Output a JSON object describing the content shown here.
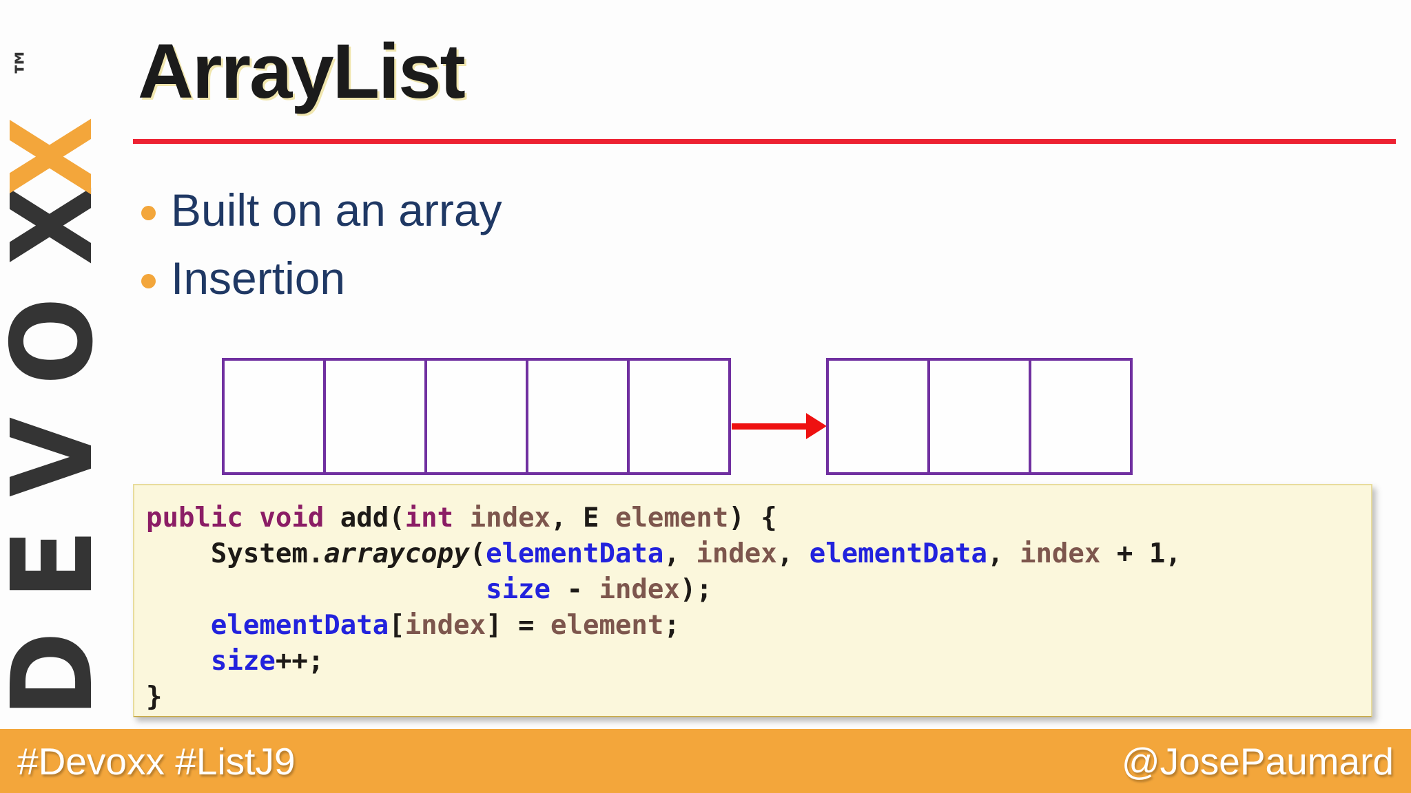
{
  "logo": {
    "brand": "DEVOXX",
    "letters_dark": [
      "D",
      "E",
      "V",
      "O",
      "X"
    ],
    "letter_accent": "X",
    "trademark": "™"
  },
  "header": {
    "title": "ArrayList"
  },
  "bullets": [
    {
      "label": "Built on an array"
    },
    {
      "label": "Insertion"
    }
  ],
  "diagram": {
    "left_array_cells": 5,
    "right_array_cells": 3,
    "arrow_icon": "arrow-right-icon"
  },
  "code": {
    "lines": [
      [
        {
          "t": "public",
          "c": "kw"
        },
        {
          "t": " ",
          "c": "pl"
        },
        {
          "t": "void",
          "c": "kw"
        },
        {
          "t": " add(",
          "c": "pl"
        },
        {
          "t": "int",
          "c": "kw"
        },
        {
          "t": " ",
          "c": "pl"
        },
        {
          "t": "index",
          "c": "id"
        },
        {
          "t": ", E ",
          "c": "pl"
        },
        {
          "t": "element",
          "c": "id"
        },
        {
          "t": ") {",
          "c": "pl"
        }
      ],
      [
        {
          "t": "    System.",
          "c": "pl"
        },
        {
          "t": "arraycopy",
          "c": "pl",
          "i": true
        },
        {
          "t": "(",
          "c": "pl"
        },
        {
          "t": "elementData",
          "c": "bl"
        },
        {
          "t": ", ",
          "c": "pl"
        },
        {
          "t": "index",
          "c": "id"
        },
        {
          "t": ", ",
          "c": "pl"
        },
        {
          "t": "elementData",
          "c": "bl"
        },
        {
          "t": ", ",
          "c": "pl"
        },
        {
          "t": "index",
          "c": "id"
        },
        {
          "t": " + 1,",
          "c": "pl"
        }
      ],
      [
        {
          "t": "                     ",
          "c": "pl"
        },
        {
          "t": "size",
          "c": "bl"
        },
        {
          "t": " - ",
          "c": "pl"
        },
        {
          "t": "index",
          "c": "id"
        },
        {
          "t": ");",
          "c": "pl"
        }
      ],
      [
        {
          "t": "    ",
          "c": "pl"
        },
        {
          "t": "elementData",
          "c": "bl"
        },
        {
          "t": "[",
          "c": "pl"
        },
        {
          "t": "index",
          "c": "id"
        },
        {
          "t": "] = ",
          "c": "pl"
        },
        {
          "t": "element",
          "c": "id"
        },
        {
          "t": ";",
          "c": "pl"
        }
      ],
      [
        {
          "t": "    ",
          "c": "pl"
        },
        {
          "t": "size",
          "c": "bl"
        },
        {
          "t": "++;",
          "c": "pl"
        }
      ],
      [
        {
          "t": "}",
          "c": "pl"
        }
      ]
    ]
  },
  "footer": {
    "left": "#Devoxx #ListJ9",
    "right": "@JosePaumard"
  },
  "colors": {
    "accent_orange": "#F3A63B",
    "logo_dark": "#343434",
    "title_color": "#1b1b1b",
    "navy": "#1F3864",
    "purple": "#7030A0",
    "rule_red": "#ED2232",
    "arrow_red": "#EE1111",
    "code_bg": "#FBF7DC",
    "code_border": "#E8DC9C",
    "code_plain": "#1d1a17",
    "kw": "#8B1D65",
    "ident": "#7D564D",
    "blue": "#2222DD",
    "footer_text": "#FFFFFF"
  }
}
